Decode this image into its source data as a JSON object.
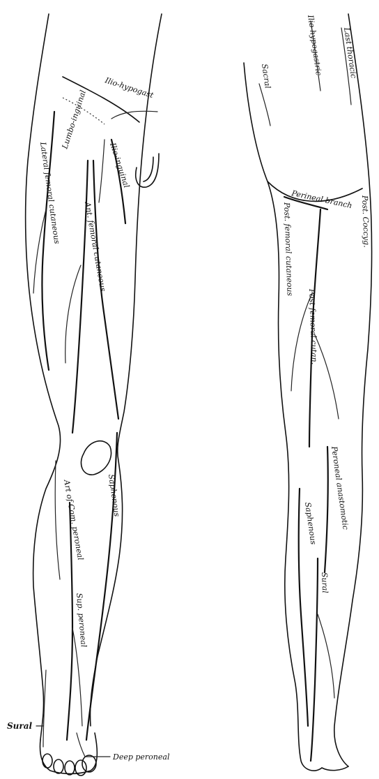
{
  "anterior_labels": {
    "ilio_hypogastric": "Ilio-hypogast",
    "lumbo_inguinal": "Lumbo-inguinal",
    "ilio_inguinal": "Ilio-inguinal",
    "lateral_femoral_cutaneous": "Lateral femoral cutaneous",
    "ant_femoral_cutaneous": "Ant. femoral cutaneous",
    "saphenous": "Saphenous",
    "superficial_peroneal": "Sup. peroneal",
    "art_of_com_peroneal": "Art of Com. peroneal",
    "sural": "Sural",
    "deep_peroneal": "Deep peroneal"
  },
  "posterior_labels": {
    "ilio_hypogastric": "Ilio-hypogastric",
    "last_thoracic": "Last thoracic",
    "sacral": "Sacral",
    "perineal_branch": "Perineal branch",
    "post_femoral_cutaneous": "Post. femoral cutaneous",
    "post_femoral_cutan_lower": "Post femoral cutan.",
    "peroneal_anastomotic": "Peroneal anastomotic",
    "saphenous": "Saphenous",
    "sural": "Sural",
    "coccygeal": "Post. Coccyg."
  }
}
